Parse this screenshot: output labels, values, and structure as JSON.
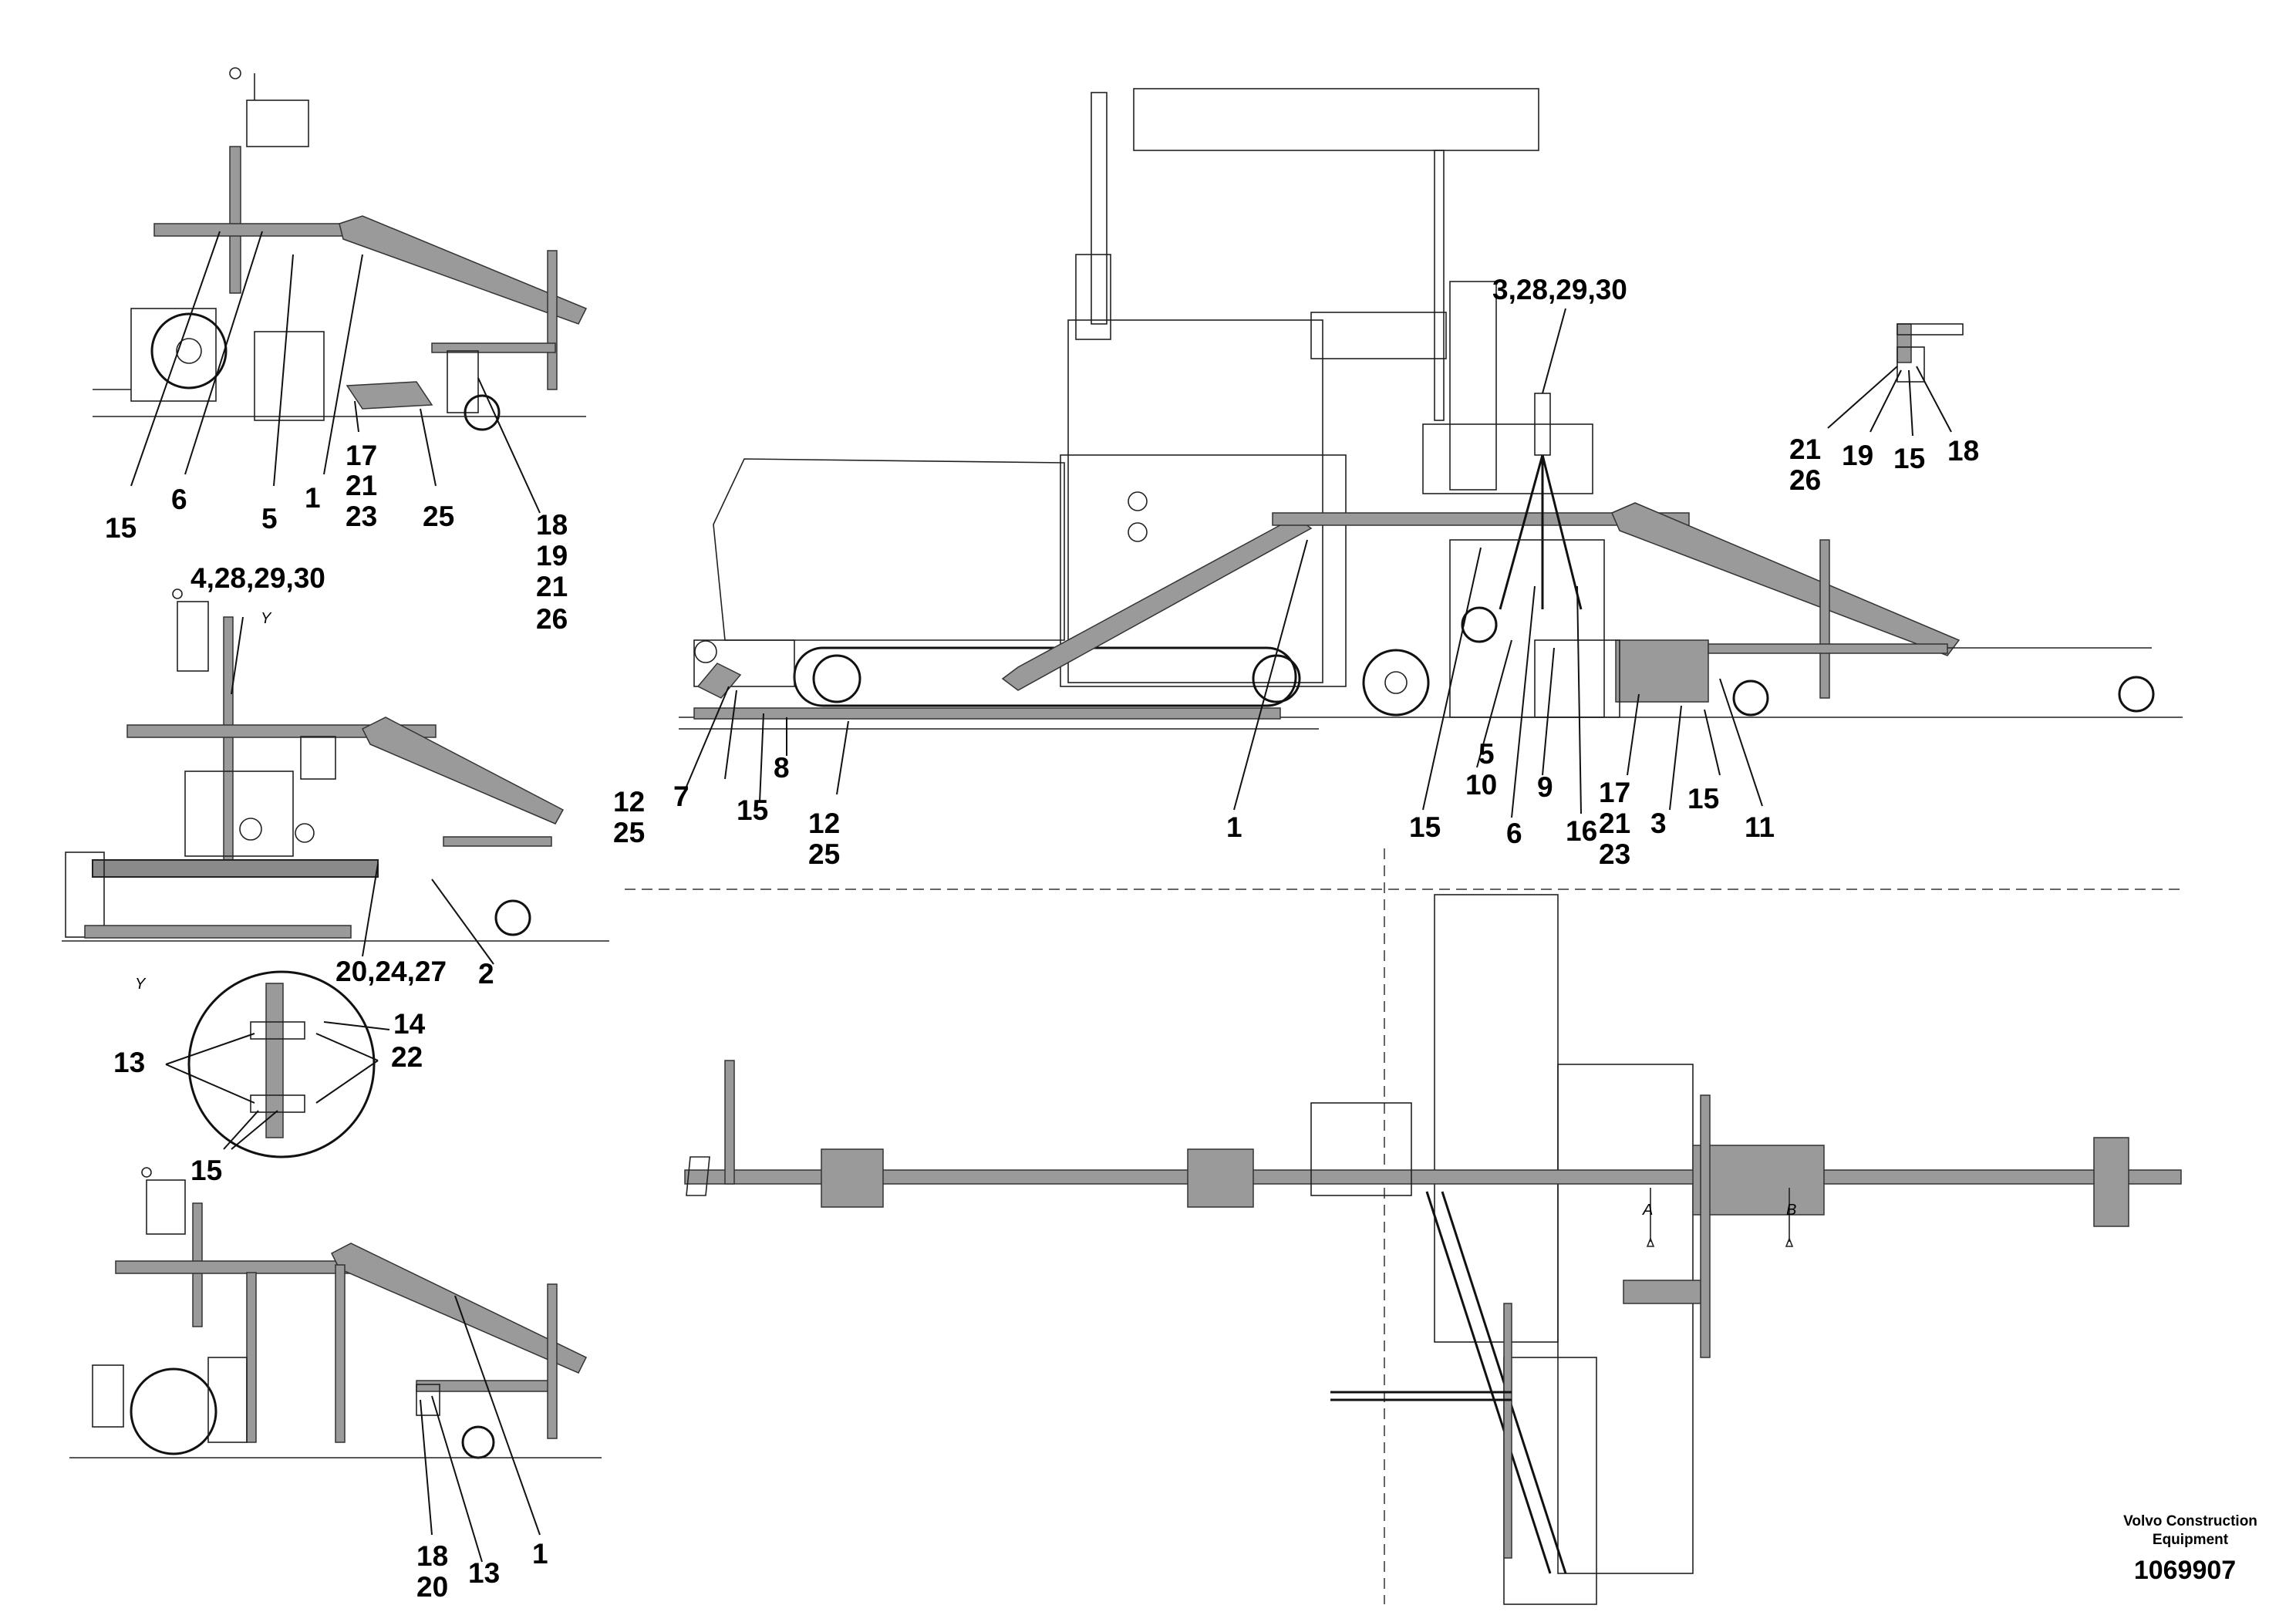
{
  "drawing": {
    "views": {
      "detail_top_left": {
        "labels": [
          "15",
          "6",
          "5",
          "1",
          "17",
          "21",
          "23",
          "25",
          "18",
          "19",
          "21",
          "26"
        ]
      },
      "detail_middle_left": {
        "labels": [
          "4,28,29,30",
          "Y",
          "20,24,27",
          "2"
        ]
      },
      "detail_y": {
        "title": "Y",
        "labels": [
          "14",
          "13",
          "22",
          "15"
        ]
      },
      "detail_bottom_left": {
        "labels": [
          "18",
          "20",
          "13",
          "1"
        ]
      },
      "side_view": {
        "labels": [
          "3,28,29,30",
          "12",
          "25",
          "7",
          "15",
          "8",
          "12",
          "25",
          "1",
          "15",
          "5",
          "10",
          "6",
          "9",
          "16",
          "17",
          "21",
          "23",
          "3",
          "15",
          "11"
        ]
      },
      "top_view": {
        "labels": [
          "A",
          "B"
        ]
      },
      "detail_top_right": {
        "labels": [
          "21",
          "26",
          "19",
          "15",
          "18"
        ]
      }
    },
    "footer": {
      "manufacturer_line1": "Volvo Construction",
      "manufacturer_line2": "Equipment",
      "drawing_number": "1069907"
    }
  }
}
